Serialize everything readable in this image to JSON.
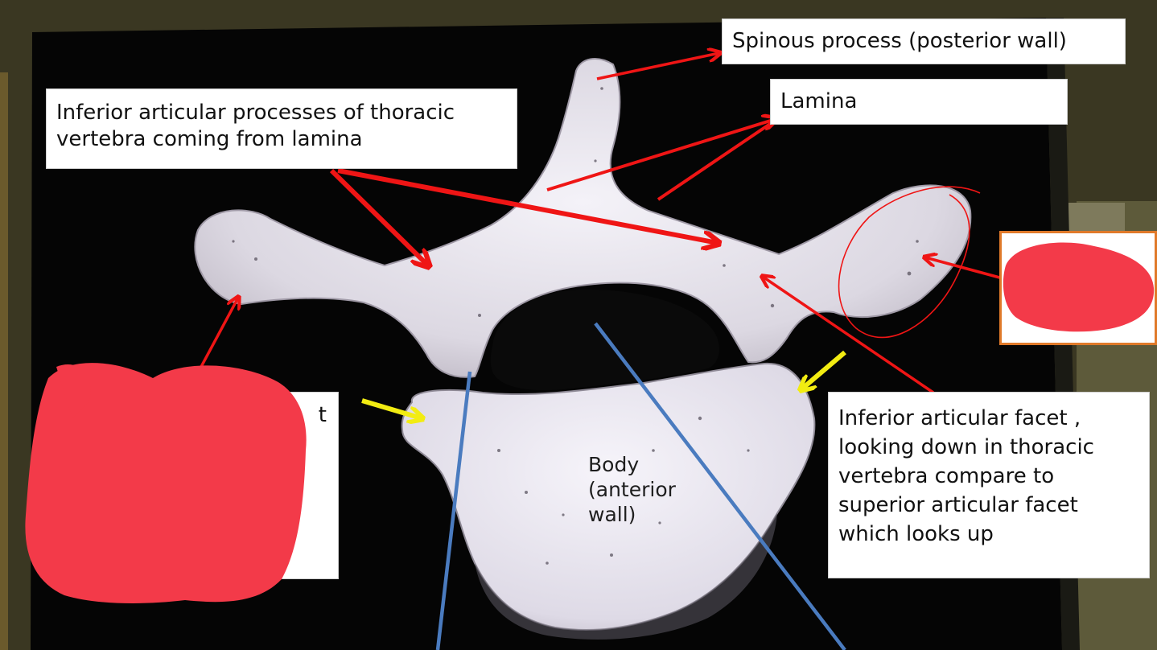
{
  "labels": {
    "spinous": "Spinous process (posterior wall)",
    "lamina": "Lamina",
    "inferior_processes": "Inferior articular processes of thoracic\nvertebra coming from lamina",
    "inferior_facet": "Inferior articular facet ,\nlooking down in thoracic\nvertebra compare to\nsuperior articular facet\nwhich looks up",
    "body": "Body\n(anterior\nwall)",
    "left_partial": "t"
  },
  "colors": {
    "arrow_red": "#ef1515",
    "arrow_yellow": "#f2ec12",
    "line_blue": "#4a7bbf",
    "scribble_red": "#f33a49",
    "bone": "#e8e4ee",
    "screen": "#050505",
    "wall": "#3a3722",
    "box_border": "#e07a2a"
  }
}
